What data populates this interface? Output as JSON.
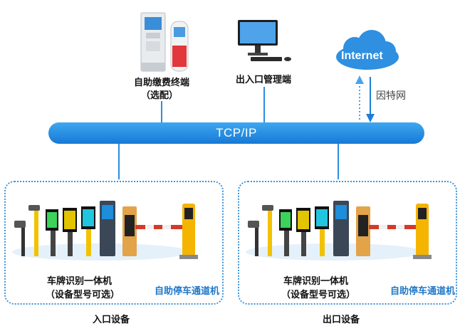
{
  "top": {
    "kiosk_label_line1": "自助缴费终端",
    "kiosk_label_line2": "（选配）",
    "pc_label": "出入口管理端",
    "cloud_label": "Internet",
    "isp_label": "因特网"
  },
  "bus": {
    "label": "TCP/IP"
  },
  "entrance": {
    "lpr_line1": "车牌识别一体机",
    "lpr_line2": "（设备型号可选）",
    "kiosk_label": "自助停车通道机",
    "section_label": "入口设备"
  },
  "exit": {
    "lpr_line1": "车牌识别一体机",
    "lpr_line2": "（设备型号可选）",
    "kiosk_label": "自助停车通道机",
    "section_label": "出口设备"
  },
  "colors": {
    "bus": "#1b7fd8",
    "accent_label": "#1f78c8",
    "barrier": "#e8a33a"
  }
}
